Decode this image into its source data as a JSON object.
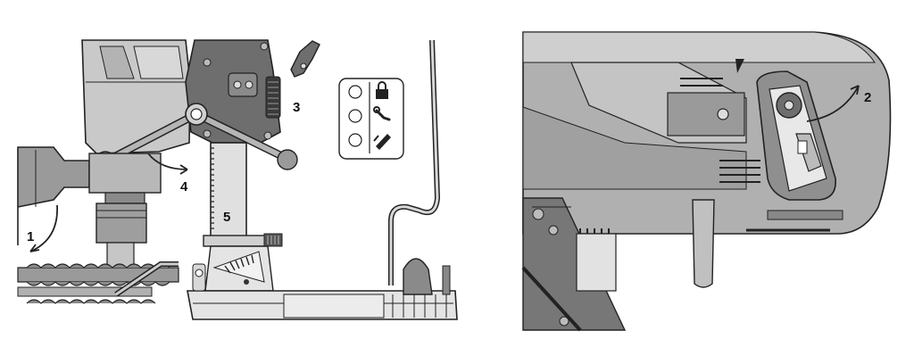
{
  "callouts": {
    "one": "1",
    "two": "2",
    "three": "3",
    "four": "4",
    "five": "5"
  },
  "icons": {
    "lock": "lock-icon",
    "wrench": "wrench-icon",
    "chisel": "chisel-icon"
  },
  "colors": {
    "body_light": "#c9c9c9",
    "body_mid": "#a8a8a8",
    "body_dark": "#6e6e6e",
    "outline": "#222222",
    "background": "#ffffff"
  }
}
